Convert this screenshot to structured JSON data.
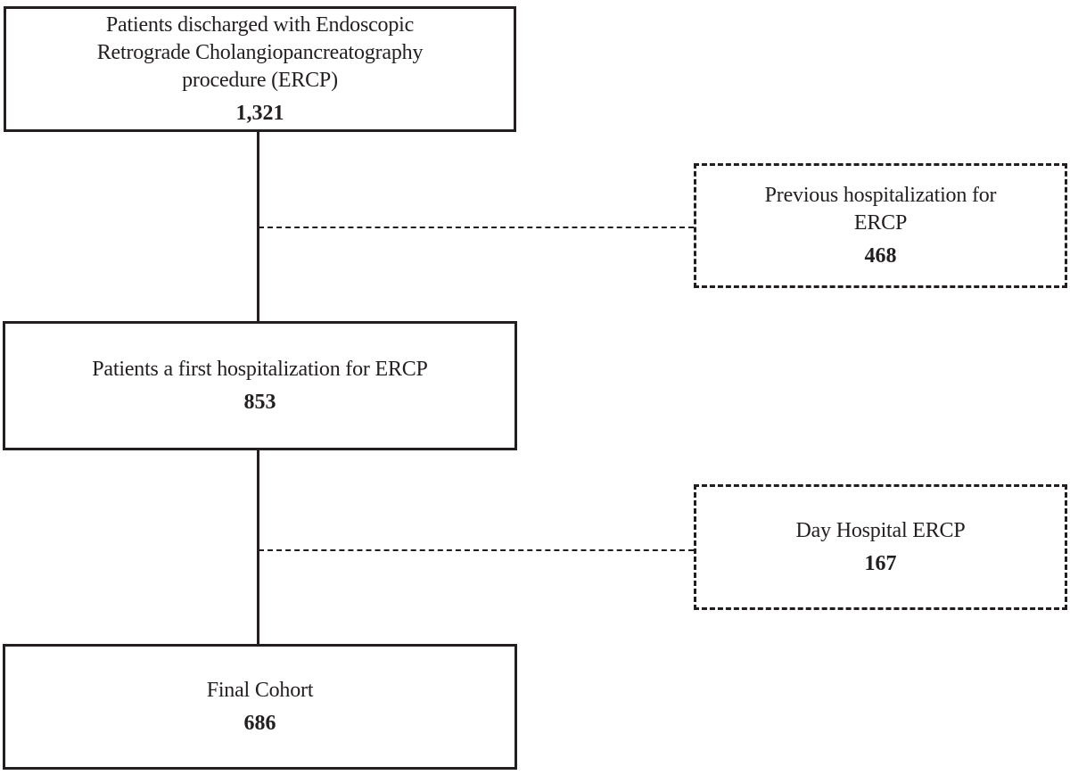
{
  "diagram": {
    "title": "ERCP patient cohort selection flowchart",
    "colors": {
      "line": "#231f20",
      "text": "#231f20",
      "background": "#ffffff"
    },
    "nodes": {
      "discharged": {
        "label": "Patients discharged with Endoscopic\nRetrograde Cholangiopancreatography\nprocedure (ERCP)",
        "count": "1,321",
        "style": "solid"
      },
      "previous_hospitalization": {
        "label": "Previous hospitalization for\nERCP",
        "count": "468",
        "style": "dashed"
      },
      "first_hospitalization": {
        "label": "Patients a first hospitalization for ERCP",
        "count": "853",
        "style": "solid"
      },
      "day_hospital": {
        "label": "Day Hospital ERCP",
        "count": "167",
        "style": "dashed"
      },
      "final_cohort": {
        "label": "Final Cohort",
        "count": "686",
        "style": "solid"
      }
    },
    "edges": [
      {
        "from": "discharged",
        "to": "first_hospitalization",
        "style": "solid"
      },
      {
        "from": "first_hospitalization",
        "to": "final_cohort",
        "style": "solid"
      },
      {
        "from": "discharged-first_hospitalization-line",
        "to": "previous_hospitalization",
        "style": "dashed"
      },
      {
        "from": "first_hospitalization-final_cohort-line",
        "to": "day_hospital",
        "style": "dashed"
      }
    ]
  }
}
